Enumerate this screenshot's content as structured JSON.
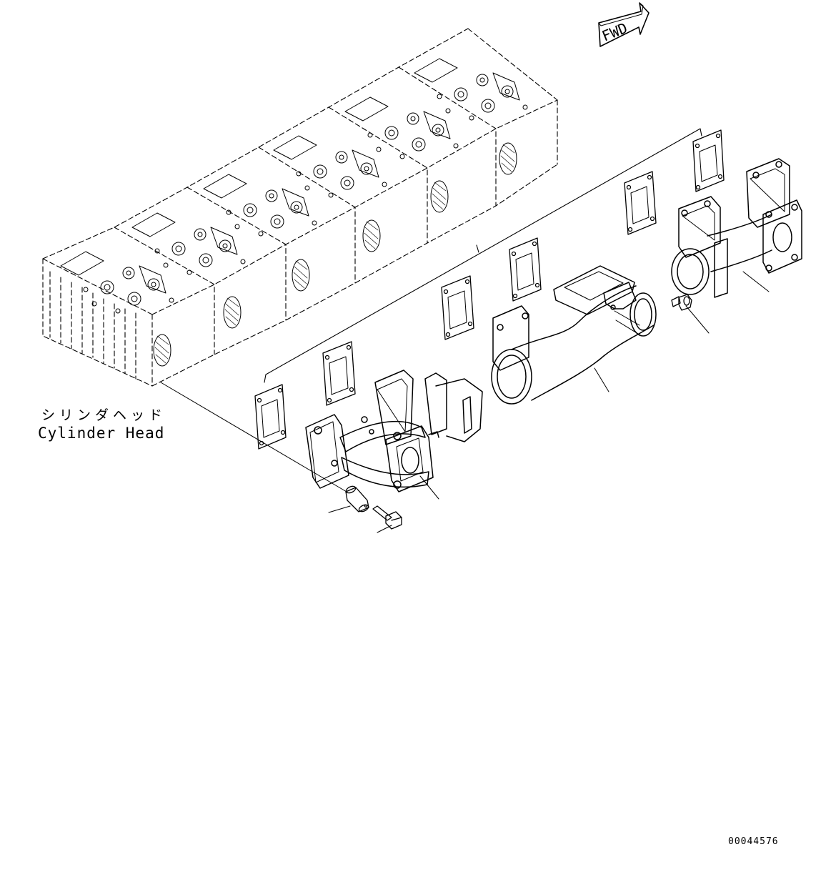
{
  "labels": {
    "cylinder_head_jp": "シリンダヘッド",
    "cylinder_head_en": "Cylinder Head",
    "fwd": "FWD",
    "figure_number": "00044576"
  },
  "icons": {
    "fwd_arrow": "fwd-arrow-icon"
  },
  "colors": {
    "line": "#000000",
    "background": "#ffffff"
  }
}
